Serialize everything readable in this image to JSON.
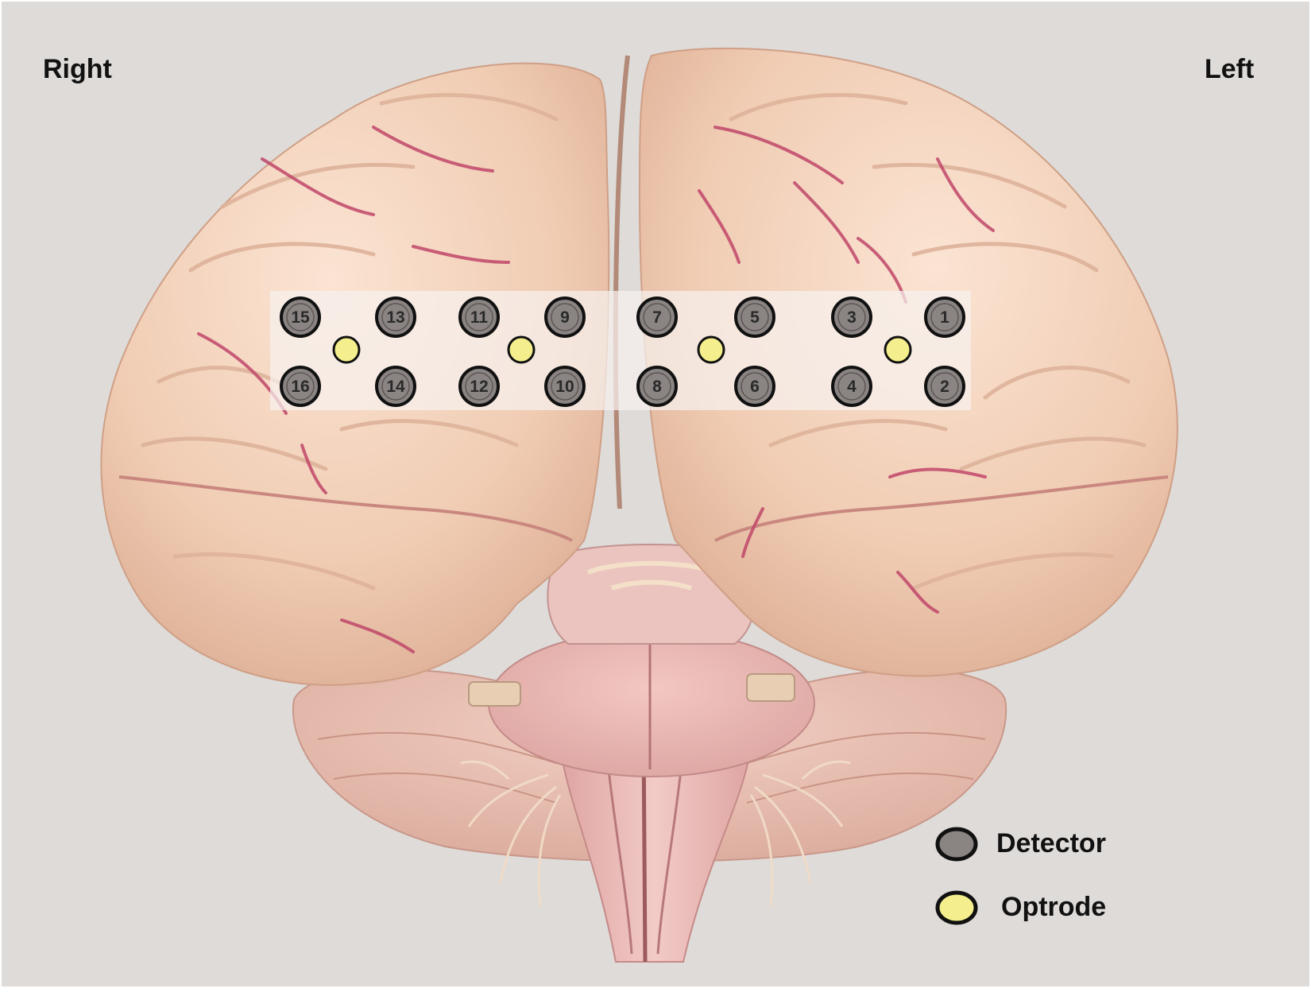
{
  "orientation": {
    "right": "Right",
    "left": "Left"
  },
  "detectors": {
    "top_row": [
      "15",
      "13",
      "11",
      "9",
      "7",
      "5",
      "3",
      "1"
    ],
    "bottom_row": [
      "16",
      "14",
      "12",
      "10",
      "8",
      "6",
      "4",
      "2"
    ]
  },
  "optrode_count": 4,
  "legend": {
    "detector": "Detector",
    "optrode": "Optrode"
  },
  "colors": {
    "background": "#dedbd8",
    "detector_fill": "#8a8482",
    "detector_stroke": "#111111",
    "optrode_fill": "#f4ef8c",
    "optrode_stroke": "#111111",
    "cortex": "#f0cdb5",
    "sulcus": "#c0476a",
    "probe_patch": "#f6f1ee"
  },
  "icons": {
    "brain": "brain-front-view-illustration",
    "detector": "gray-circle",
    "optrode": "yellow-circle"
  }
}
